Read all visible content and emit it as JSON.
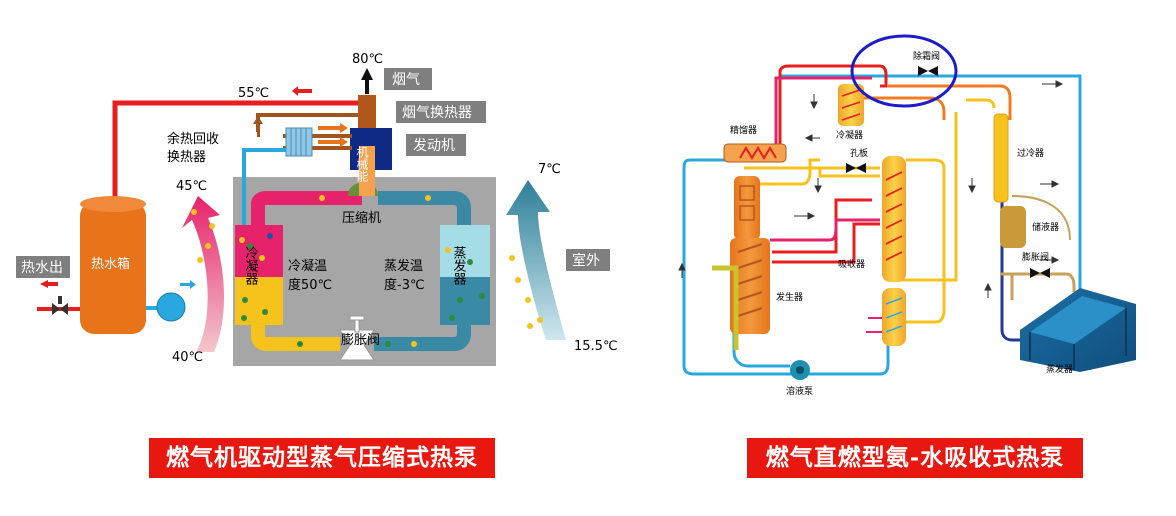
{
  "left_diagram": {
    "caption": "燃气机驱动型蒸气压缩式热泵",
    "labels": {
      "temp_80": "80℃",
      "flue_gas": "烟气",
      "temp_55": "55℃",
      "flue_gas_hx": "烟气换热器",
      "waste_heat_1": "余热回收",
      "waste_heat_2": "换热器",
      "engine": "发动机",
      "mech_energy": "机械能",
      "temp_45": "45℃",
      "temp_7": "7℃",
      "hot_water_out": "热水出",
      "hot_water_tank": "热水箱",
      "condenser": "冷凝器",
      "cond_temp_1": "冷凝温",
      "cond_temp_2": "度50℃",
      "evap_temp_1": "蒸发温",
      "evap_temp_2": "度-3℃",
      "evaporator": "蒸发器",
      "compressor": "压缩机",
      "outdoor": "室外",
      "temp_40": "40℃",
      "expansion_valve": "膨胀阀",
      "temp_15_5": "15.5℃"
    }
  },
  "right_diagram": {
    "caption": "燃气直燃型氨-水吸收式热泵",
    "labels": {
      "defrost_valve": "除霜阀",
      "rectifier": "精馏器",
      "condenser": "冷凝器",
      "orifice": "孔板",
      "subcooler": "过冷器",
      "absorber": "吸收器",
      "receiver": "储液器",
      "expansion_valve": "膨胀阀",
      "generator": "发生器",
      "evaporator": "蒸发器",
      "solution_pump": "溶液泵"
    }
  },
  "colors": {
    "caption_bg": "#e8170f",
    "gray_label_bg": "#7f7f7f",
    "hot_red": "#e81d1d",
    "cold_blue": "#29a8e0",
    "tank_orange": "#e8731b",
    "circle_blue": "#1c1cc8"
  }
}
